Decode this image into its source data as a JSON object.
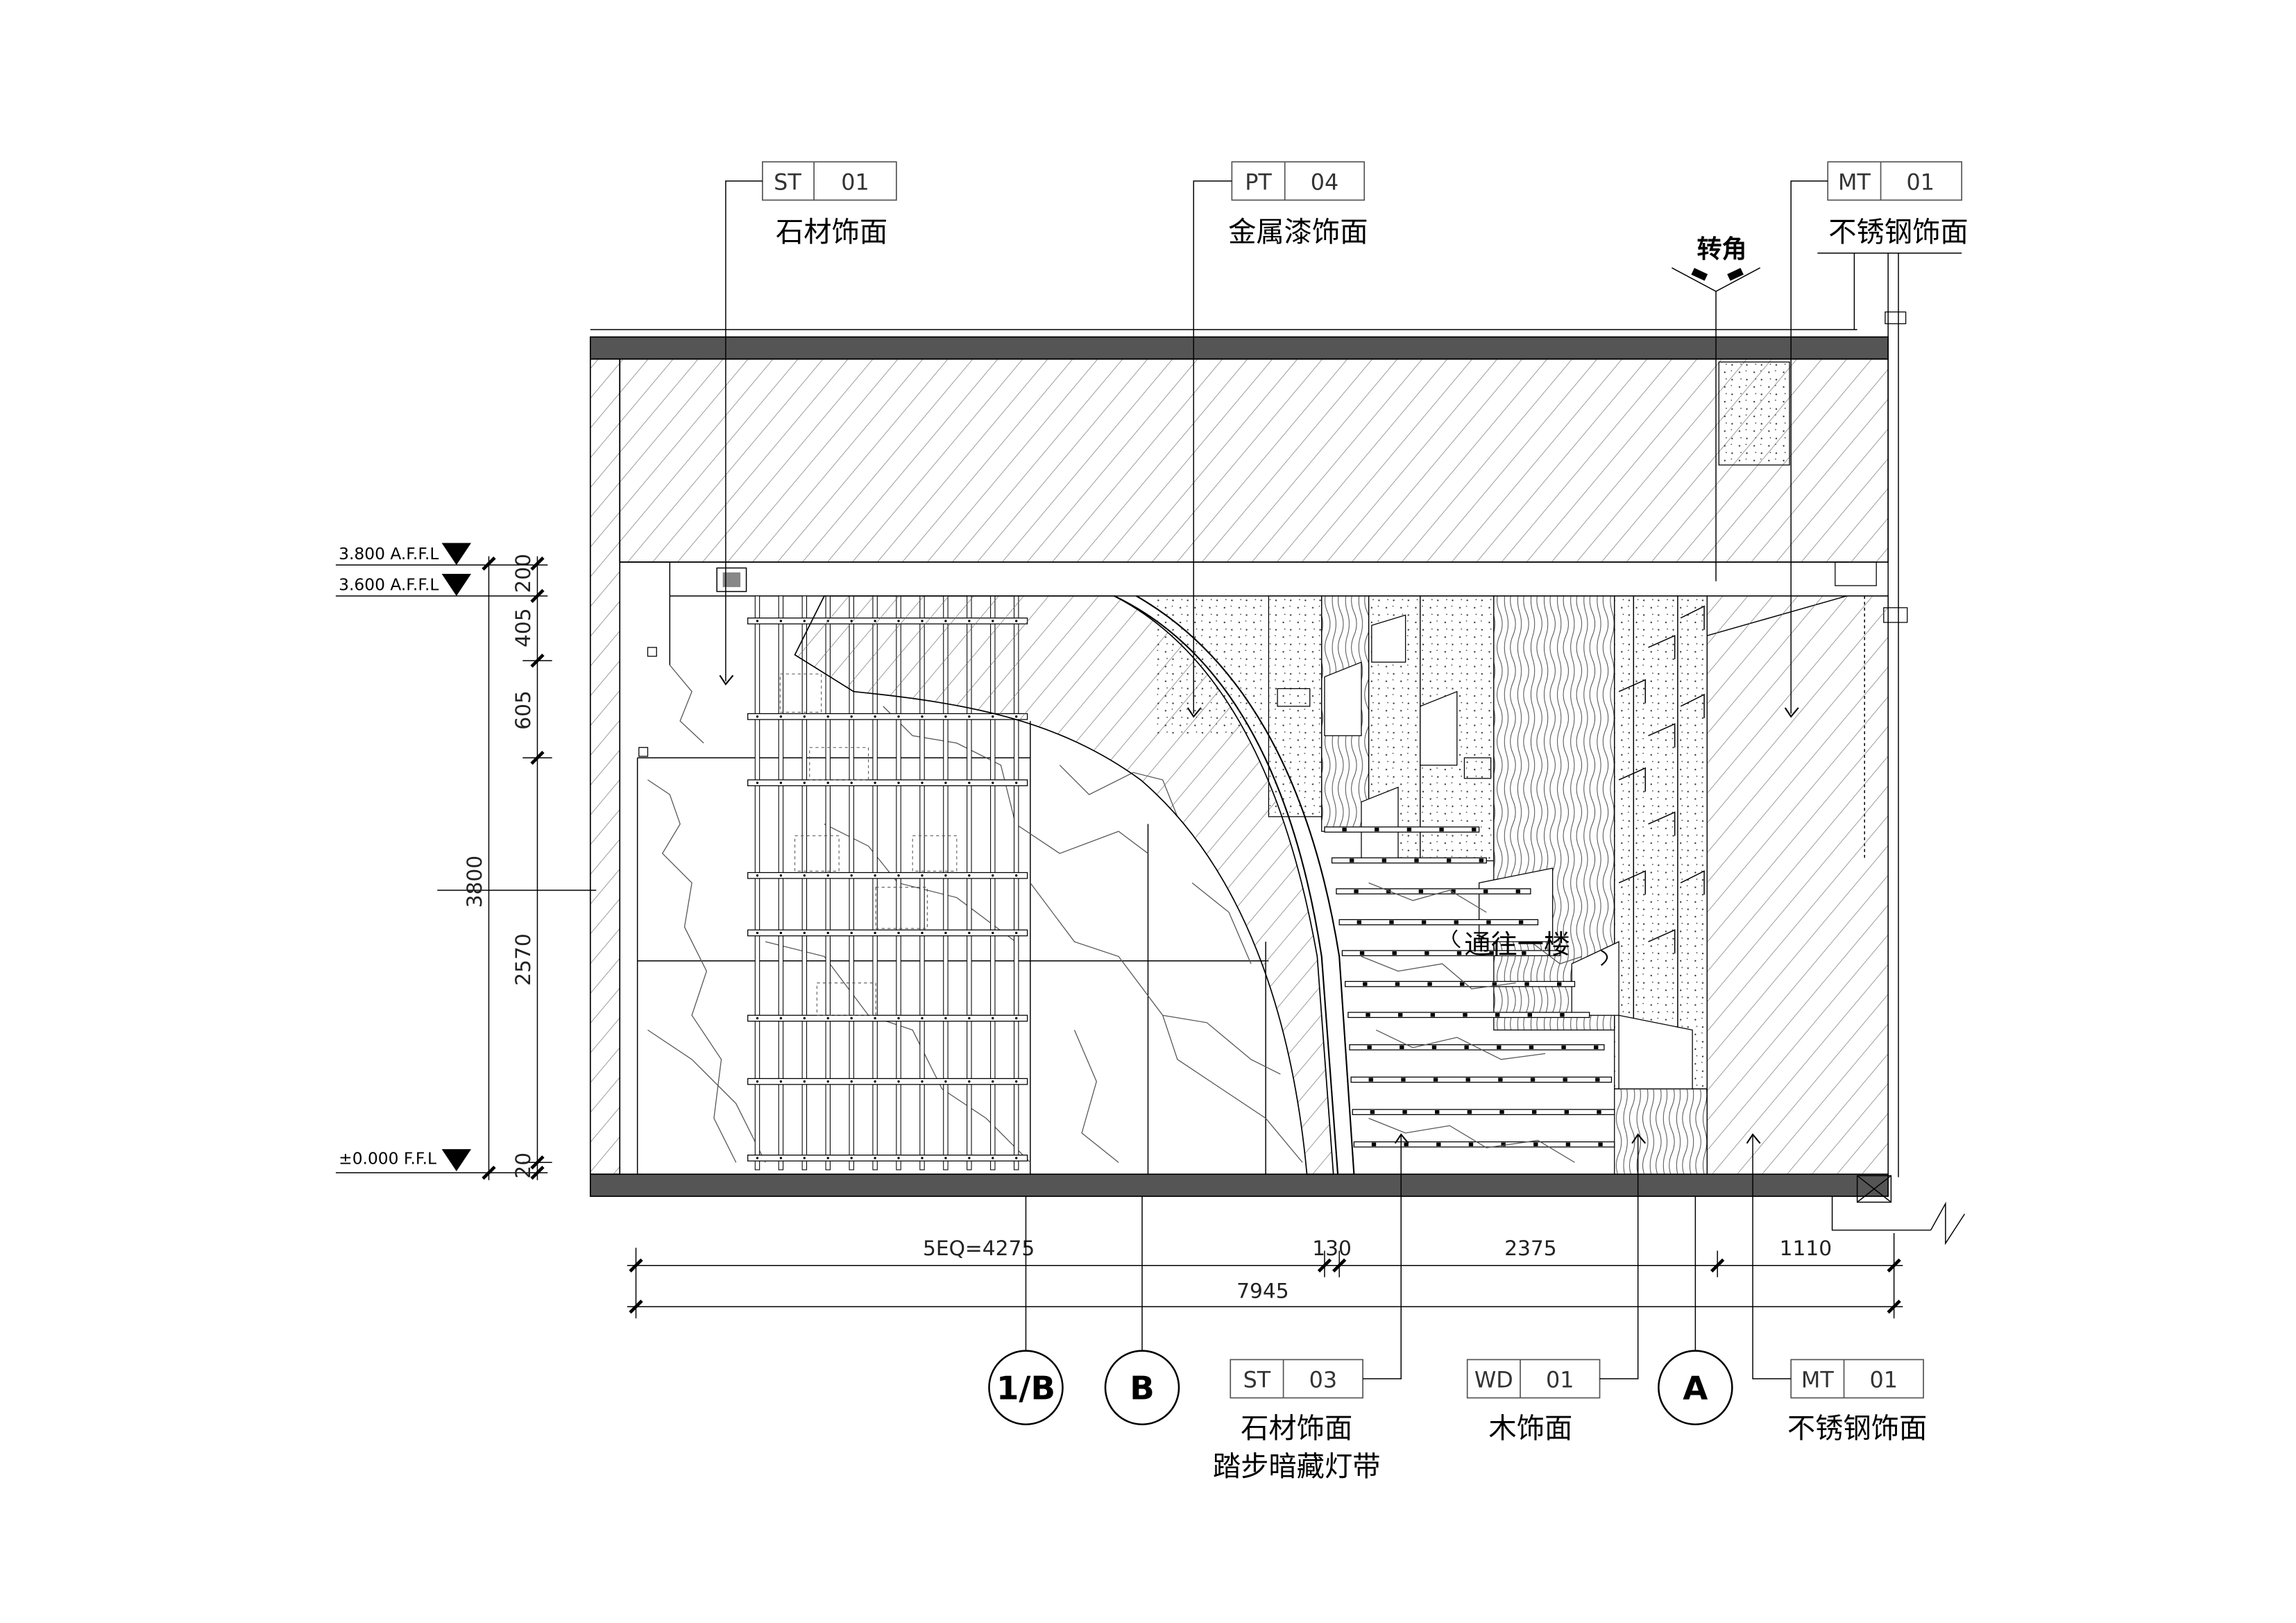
{
  "levels": [
    {
      "label": "3.800 A.F.F.L"
    },
    {
      "label": "3.600 A.F.F.L"
    },
    {
      "label": "±0.000 F.F.L"
    }
  ],
  "vertical_dims": {
    "segments": [
      "200",
      "405",
      "605",
      "2570",
      "20"
    ],
    "total": "3800"
  },
  "horizontal_dims": {
    "segments": [
      "5EQ=4275",
      "130",
      "2375",
      "1110"
    ],
    "total": "7945"
  },
  "grid_axes": [
    "1/B",
    "B",
    "A"
  ],
  "tags_top": [
    {
      "code": "ST",
      "num": "01",
      "label": "石材饰面"
    },
    {
      "code": "PT",
      "num": "04",
      "label": "金属漆饰面"
    },
    {
      "code": "MT",
      "num": "01",
      "label": "不锈钢饰面"
    }
  ],
  "corner_label": "转角",
  "tags_bottom": [
    {
      "code": "ST",
      "num": "03",
      "label": "石材饰面",
      "label2": "踏步暗藏灯带"
    },
    {
      "code": "WD",
      "num": "01",
      "label": "木饰面"
    },
    {
      "code": "MT",
      "num": "01",
      "label": "不锈钢饰面"
    }
  ],
  "stair_note": "通往一楼",
  "colors": {
    "slab": "#555555",
    "line": "#000000",
    "hatch": "#555555"
  }
}
